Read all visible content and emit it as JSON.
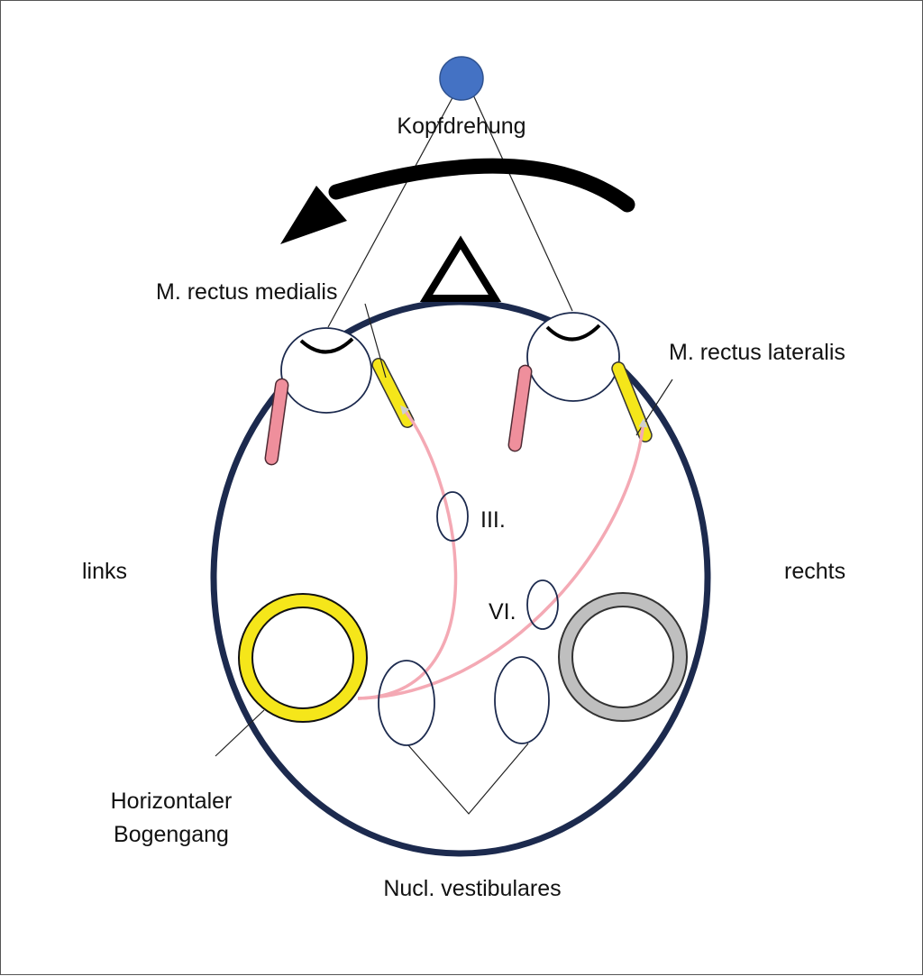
{
  "labels": {
    "head_rotation": "Kopfdrehung",
    "medial_rectus": "M. rectus medialis",
    "lateral_rectus": "M. rectus lateralis",
    "nucleus_oculomotor": "III.",
    "nucleus_abducens": "VI.",
    "left_side": "links",
    "right_side": "rechts",
    "canal_line1": "Horizontaler",
    "canal_line2": "Bogengang",
    "vestibular_nuclei": "Nucl. vestibulares"
  },
  "colors": {
    "head_outline": "#1c2a4e",
    "target_dot": "#4472c4",
    "medial_muscle": "#f5e61a",
    "lateral_muscle": "#ef8f9c",
    "pathway": "#f4a9b4",
    "active_canal": "#f5e61a",
    "inactive_canal": "#bfbfbf",
    "rotation_arrow": "#000000"
  }
}
